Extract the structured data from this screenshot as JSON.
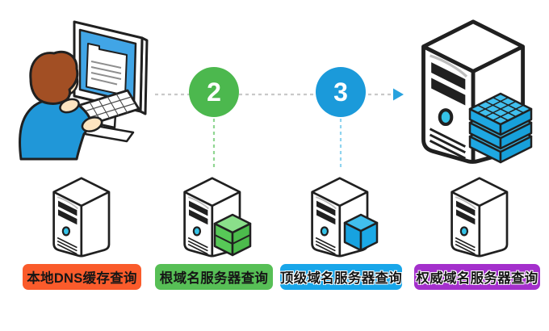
{
  "diagram": {
    "title_implied": "DNS query flow",
    "background_color": "#ffffff",
    "steps": [
      {
        "number": "2",
        "color": "#4cb84e"
      },
      {
        "number": "3",
        "color": "#1b9ada"
      }
    ],
    "nodes": [
      {
        "label": "本地DNS缓存查询",
        "color": "#fa5b2b",
        "text_color": "#161616",
        "icon": "server-tower"
      },
      {
        "label": "根域名服务器查询",
        "color": "#57bf56",
        "text_color": "#161616",
        "icon": "server-tower-with-green-box"
      },
      {
        "label": "顶级域名服务器查询",
        "color": "#19a6e9",
        "text_color": "#161616",
        "icon": "server-tower-with-blue-cube"
      },
      {
        "label": "权威域名服务器查询",
        "color": "#a430cc",
        "text_color": "#161616",
        "icon": "server-tower"
      }
    ],
    "illustrations": {
      "top_left": "person-typing-at-desktop-computer",
      "top_right": "large-server-with-blue-storage-stack"
    },
    "connectors": {
      "horizontal_dashed_line_color": "#c9c9c9",
      "arrow_color": "#28a2de",
      "green_dashed_drop_color": "#90d692",
      "blue_dashed_drop_color": "#8fd4ef"
    }
  }
}
